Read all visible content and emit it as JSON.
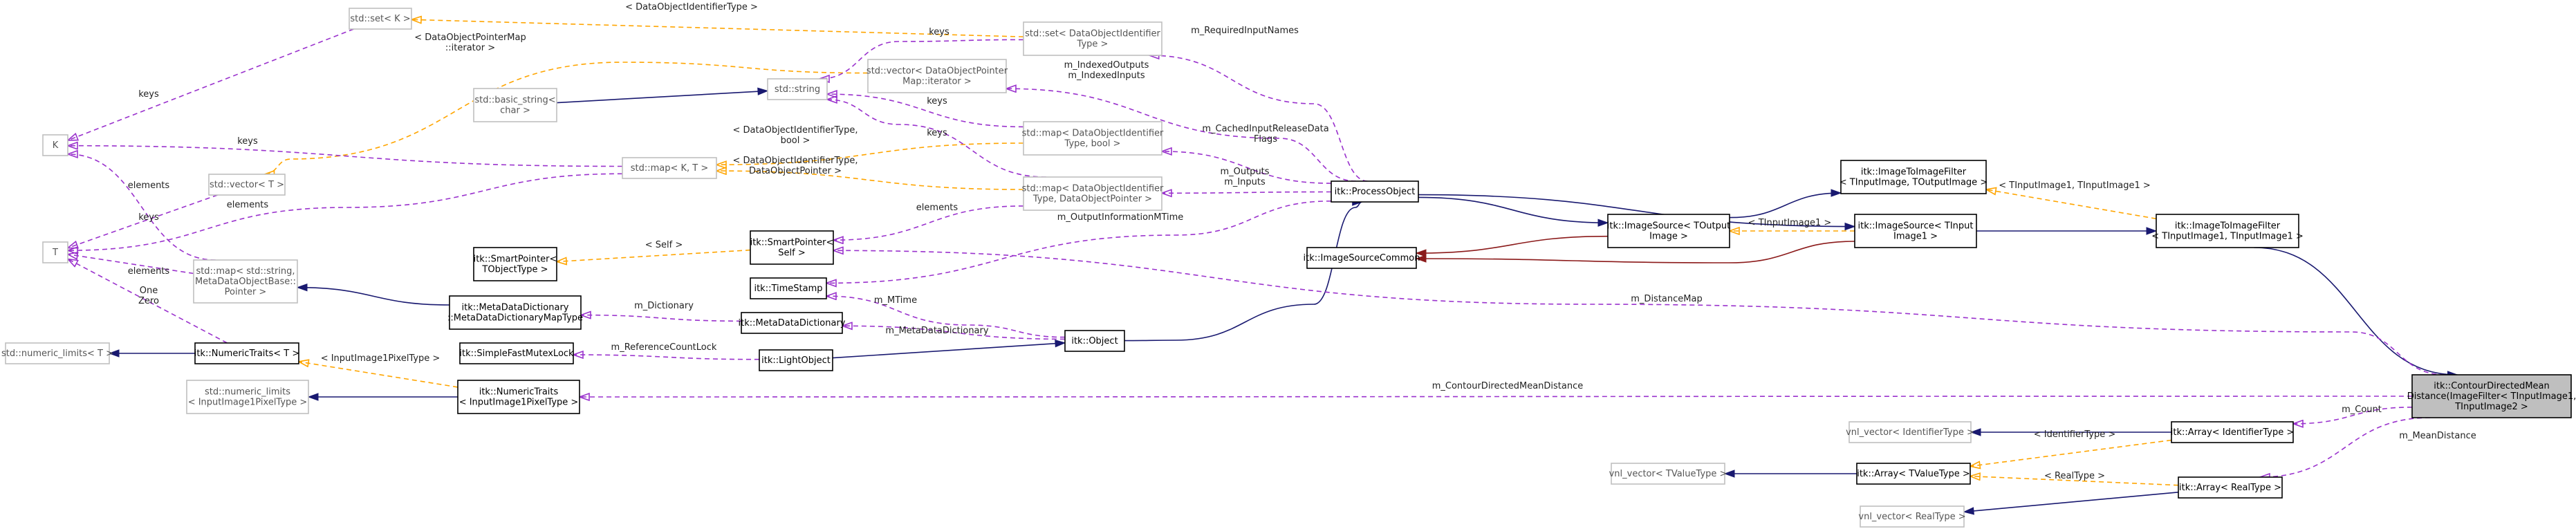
{
  "colors": {
    "inheritance": "#191970",
    "usage": "#9a32cd",
    "template": "#ffa500",
    "protected_inheritance": "#8b1a1a",
    "external_border": "#bfbfbf",
    "focus_fill": "#bfbfbf"
  },
  "nodes": [
    {
      "id": "stdset_k",
      "lines": [
        "std::set< K >"
      ],
      "external": true
    },
    {
      "id": "stdset_dataobj",
      "lines": [
        "std::set< DataObjectIdentifier",
        "Type >"
      ],
      "external": true
    },
    {
      "id": "stdstring",
      "lines": [
        "std::string"
      ],
      "external": true
    },
    {
      "id": "stdvector_dopm",
      "lines": [
        "std::vector< DataObjectPointer",
        "Map::iterator >"
      ],
      "external": true
    },
    {
      "id": "basic_string",
      "lines": [
        "std::basic_string<",
        "char >"
      ],
      "external": true
    },
    {
      "id": "K",
      "lines": [
        "K"
      ],
      "external": true
    },
    {
      "id": "stdmap_dataobj_bool",
      "lines": [
        "std::map< DataObjectIdentifier",
        "Type, bool >"
      ],
      "external": true
    },
    {
      "id": "stdmap_KT",
      "lines": [
        "std::map< K, T >"
      ],
      "external": true
    },
    {
      "id": "stdmap_dataobj_ptr",
      "lines": [
        "std::map< DataObjectIdentifier",
        "Type, DataObjectPointer >"
      ],
      "external": true
    },
    {
      "id": "stdvector_T",
      "lines": [
        "std::vector< T >"
      ],
      "external": true
    },
    {
      "id": "T",
      "lines": [
        "T"
      ],
      "external": true
    },
    {
      "id": "smartpointer_self",
      "lines": [
        "itk::SmartPointer<",
        "Self >"
      ],
      "external": false
    },
    {
      "id": "smartpointer_T",
      "lines": [
        "itk::SmartPointer<",
        "TObjectType >"
      ],
      "external": false
    },
    {
      "id": "stdmap_string_mdb",
      "lines": [
        "std::map< std::string,",
        "MetaDataObjectBase::",
        "Pointer >"
      ],
      "external": true
    },
    {
      "id": "timestamp",
      "lines": [
        "itk::TimeStamp"
      ],
      "external": false
    },
    {
      "id": "metadatadict_map",
      "lines": [
        "itk::MetaDataDictionary",
        "::MetaDataDictionaryMapType"
      ],
      "external": false
    },
    {
      "id": "metadatadict",
      "lines": [
        "itk::MetaDataDictionary"
      ],
      "external": false
    },
    {
      "id": "object",
      "lines": [
        "itk::Object"
      ],
      "external": false
    },
    {
      "id": "numeric_limits_T",
      "lines": [
        "std::numeric_limits< T >"
      ],
      "external": true
    },
    {
      "id": "numerictraits_T",
      "lines": [
        "itk::NumericTraits< T >"
      ],
      "external": false
    },
    {
      "id": "mutexlock",
      "lines": [
        "itk::SimpleFastMutexLock"
      ],
      "external": false
    },
    {
      "id": "lightobject",
      "lines": [
        "itk::LightObject"
      ],
      "external": false
    },
    {
      "id": "numeric_limits_pix",
      "lines": [
        "std::numeric_limits",
        "< InputImage1PixelType >"
      ],
      "external": true
    },
    {
      "id": "numerictraits_pix",
      "lines": [
        "itk::NumericTraits",
        "< InputImage1PixelType >"
      ],
      "external": false
    },
    {
      "id": "processobject",
      "lines": [
        "itk::ProcessObject"
      ],
      "external": false
    },
    {
      "id": "imagesourcecommon",
      "lines": [
        "itk::ImageSourceCommon"
      ],
      "external": false
    },
    {
      "id": "imagesource_out",
      "lines": [
        "itk::ImageSource< TOutput",
        "Image >"
      ],
      "external": false
    },
    {
      "id": "imagetoimage_generic",
      "lines": [
        "itk::ImageToImageFilter",
        "< TInputImage, TOutputImage >"
      ],
      "external": false
    },
    {
      "id": "imagesource_in1",
      "lines": [
        "itk::ImageSource< TInput",
        "Image1 >"
      ],
      "external": false
    },
    {
      "id": "imagetoimage_in1",
      "lines": [
        "itk::ImageToImageFilter",
        "< TInputImage1, TInputImage1 >"
      ],
      "external": false
    },
    {
      "id": "focus",
      "lines": [
        "itk::ContourDirectedMean",
        "Distance(ImageFilter< TInputImage1,",
        " TInputImage2 >"
      ],
      "external": false,
      "focus": true
    },
    {
      "id": "vnl_identifier",
      "lines": [
        "vnl_vector< IdentifierType >"
      ],
      "external": true
    },
    {
      "id": "array_identifier",
      "lines": [
        "itk::Array< IdentifierType >"
      ],
      "external": false
    },
    {
      "id": "vnl_tvalue",
      "lines": [
        "vnl_vector< TValueType >"
      ],
      "external": true
    },
    {
      "id": "array_tvalue",
      "lines": [
        "itk::Array< TValueType >"
      ],
      "external": false
    },
    {
      "id": "array_real",
      "lines": [
        "itk::Array< RealType >"
      ],
      "external": false
    },
    {
      "id": "vnl_real",
      "lines": [
        "vnl_vector< RealType >"
      ],
      "external": true
    }
  ],
  "edge_labels": [
    {
      "id": "lbl_dataobjectidentifiertype",
      "lines": [
        "< DataObjectIdentifierType >"
      ]
    },
    {
      "id": "lbl_keys_stdset",
      "lines": [
        "keys"
      ]
    },
    {
      "id": "lbl_keys_sets_k",
      "lines": [
        "keys"
      ]
    },
    {
      "id": "lbl_required",
      "lines": [
        "m_RequiredInputNames"
      ]
    },
    {
      "id": "lbl_dopm_iterator",
      "lines": [
        "< DataObjectPointerMap",
        "::iterator >"
      ]
    },
    {
      "id": "lbl_indexed",
      "lines": [
        "m_IndexedOutputs",
        "m_IndexedInputs"
      ]
    },
    {
      "id": "lbl_keys_strmap",
      "lines": [
        "keys"
      ]
    },
    {
      "id": "lbl_cached",
      "lines": [
        "m_CachedInputReleaseData",
        "Flags"
      ]
    },
    {
      "id": "lbl_dataobj_bool",
      "lines": [
        "< DataObjectIdentifierType,",
        "bool >"
      ]
    },
    {
      "id": "lbl_keys_map_bool",
      "lines": [
        "keys"
      ]
    },
    {
      "id": "lbl_keys_K",
      "lines": [
        "keys"
      ]
    },
    {
      "id": "lbl_dataobj_ptr",
      "lines": [
        "< DataObjectIdentifierType,",
        "DataObjectPointer >"
      ]
    },
    {
      "id": "lbl_outputs_inputs",
      "lines": [
        "m_Outputs",
        "m_Inputs"
      ]
    },
    {
      "id": "lbl_elements_vector",
      "lines": [
        "elements"
      ]
    },
    {
      "id": "lbl_elements_T",
      "lines": [
        "elements"
      ]
    },
    {
      "id": "lbl_keys_left",
      "lines": [
        "keys"
      ]
    },
    {
      "id": "lbl_elements_smart",
      "lines": [
        "elements"
      ]
    },
    {
      "id": "lbl_output_info",
      "lines": [
        "m_OutputInformationMTime"
      ]
    },
    {
      "id": "lbl_self",
      "lines": [
        "< Self >"
      ]
    },
    {
      "id": "lbl_elements_mdb",
      "lines": [
        "elements"
      ]
    },
    {
      "id": "lbl_one_zero",
      "lines": [
        "One",
        "Zero"
      ]
    },
    {
      "id": "lbl_distancemap",
      "lines": [
        "m_DistanceMap"
      ]
    },
    {
      "id": "lbl_mtime",
      "lines": [
        "m_MTime"
      ]
    },
    {
      "id": "lbl_dictionary",
      "lines": [
        "m_Dictionary"
      ]
    },
    {
      "id": "lbl_metadatadictionary",
      "lines": [
        "m_MetaDataDictionary"
      ]
    },
    {
      "id": "lbl_refcountlock",
      "lines": [
        "m_ReferenceCountLock"
      ]
    },
    {
      "id": "lbl_inputpix",
      "lines": [
        "< InputImage1PixelType >"
      ]
    },
    {
      "id": "lbl_contourdist",
      "lines": [
        "m_ContourDirectedMeanDistance"
      ]
    },
    {
      "id": "lbl_tinput1_tinput1",
      "lines": [
        "< TInputImage1, TInputImage1 >"
      ]
    },
    {
      "id": "lbl_tinputimage1",
      "lines": [
        "< TInputImage1 >"
      ]
    },
    {
      "id": "lbl_count",
      "lines": [
        "m_Count"
      ]
    },
    {
      "id": "lbl_identifiertype",
      "lines": [
        "< IdentifierType >"
      ]
    },
    {
      "id": "lbl_meandistance",
      "lines": [
        "m_MeanDistance"
      ]
    },
    {
      "id": "lbl_realtype",
      "lines": [
        "< RealType >"
      ]
    }
  ]
}
